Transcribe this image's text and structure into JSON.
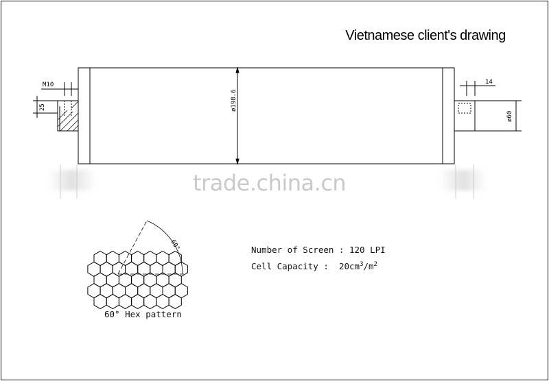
{
  "title": "Vietnamese client's drawing",
  "watermark": "trade.china.cn",
  "dimensions": {
    "m10": "M10",
    "d25": "25",
    "diameter_roll": "ø198.6",
    "d14": "14",
    "diameter_shaft": "ø60"
  },
  "specs": {
    "screen_label": "Number of Screen : 120 LPI",
    "capacity_label": "Cell Capacity :",
    "capacity_value": "20cm",
    "capacity_unit_exp": "3",
    "capacity_per": "/m",
    "capacity_per_exp": "2"
  },
  "hex": {
    "caption": "60° Hex pattern",
    "angle_label": "60°"
  }
}
